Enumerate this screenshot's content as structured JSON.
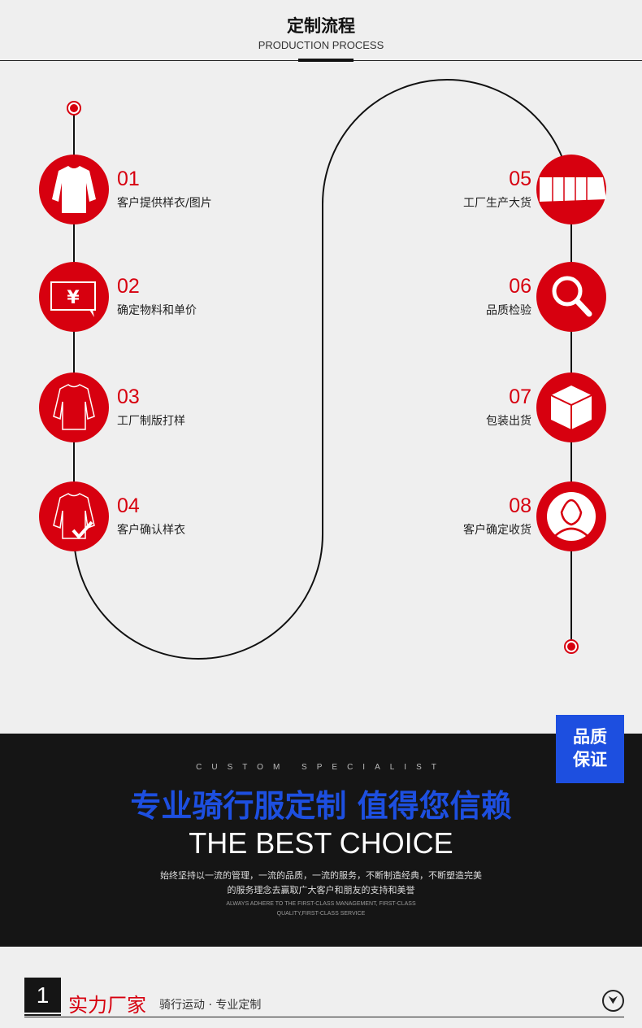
{
  "header": {
    "title": "定制流程",
    "subtitle": "PRODUCTION PROCESS"
  },
  "steps": [
    {
      "num": "01",
      "label": "客户提供样衣/图片",
      "icon": "jacket-icon"
    },
    {
      "num": "02",
      "label": "确定物料和单价",
      "icon": "yuan-price-icon"
    },
    {
      "num": "03",
      "label": "工厂制版打样",
      "icon": "jacket-outline-icon"
    },
    {
      "num": "04",
      "label": "客户确认样衣",
      "icon": "jacket-check-icon"
    },
    {
      "num": "05",
      "label": "工厂生产大货",
      "icon": "clothes-stack-icon"
    },
    {
      "num": "06",
      "label": "品质检验",
      "icon": "magnifier-icon"
    },
    {
      "num": "07",
      "label": "包装出货",
      "icon": "box-icon"
    },
    {
      "num": "08",
      "label": "客户确定收货",
      "icon": "user-icon"
    }
  ],
  "banner": {
    "badge1": "品质",
    "badge2": "保证",
    "spec": "CUSTOM SPECIALIST",
    "slogan": "专业骑行服定制 值得您信赖",
    "best": "THE BEST CHOICE",
    "desc1": "始终坚持以一流的管理，一流的品质，一流的服务，不断制造经典，不断塑造完美",
    "desc2": "的服务理念去赢取广大客户和朋友的支持和美誉",
    "en1": "ALWAYS ADHERE TO THE FIRST-CLASS MANAGEMENT, FIRST-CLASS",
    "en2": "QUALITY,FIRST-CLASS SERVICE"
  },
  "section": {
    "number": "1",
    "title": "实力厂家",
    "subtitle": "骑行运动 · 专业定制",
    "toggle": "⮟"
  },
  "colors": {
    "accent": "#d7000f",
    "blue": "#1d4fe0",
    "dark": "#151515"
  }
}
